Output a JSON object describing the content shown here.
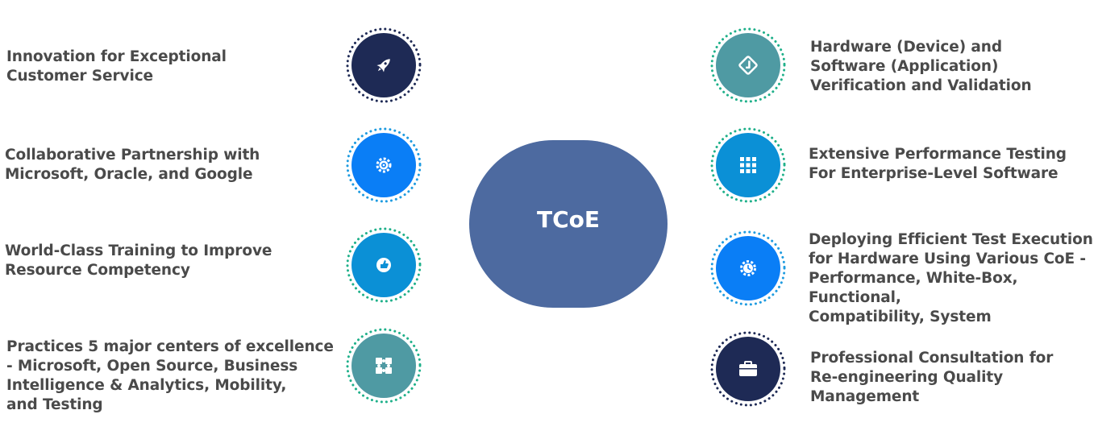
{
  "center": {
    "label": "TCoE",
    "color": "#4d6aa0"
  },
  "left_items": [
    {
      "text": "Innovation for Exceptional\nCustomer Service",
      "icon": "rocket-icon",
      "color": "#1e2a55",
      "dot": "#1e2a55"
    },
    {
      "text": "Collaborative Partnership with\nMicrosoft, Oracle, and Google",
      "icon": "gear-icon",
      "color": "#0a7ef6",
      "dot": "#1e9be0"
    },
    {
      "text": "World-Class Training to Improve\nResource Competency",
      "icon": "thumbs-up-icon",
      "color": "#0b90d6",
      "dot": "#1fb08a"
    },
    {
      "text": "Practices 5 major centers of excellence\n- Microsoft, Open Source, Business\nIntelligence & Analytics, Mobility,\nand Testing",
      "icon": "puzzle-icon",
      "color": "#4f9aa3",
      "dot": "#1fb08a"
    }
  ],
  "right_items": [
    {
      "text": "Hardware (Device) and\nSoftware (Application)\nVerification and Validation",
      "icon": "checklist-icon",
      "color": "#4f9aa3",
      "dot": "#1fb08a"
    },
    {
      "text": "Extensive Performance Testing\nFor Enterprise-Level Software",
      "icon": "grid-icon",
      "color": "#0b90d6",
      "dot": "#1fb08a"
    },
    {
      "text": "Deploying Efficient Test Execution\nfor Hardware Using Various CoE -\nPerformance, White-Box, Functional,\nCompatibility, System",
      "icon": "gear-clock-icon",
      "color": "#0a7ef6",
      "dot": "#1e9be0"
    },
    {
      "text": "Professional Consultation for\nRe-engineering Quality Management",
      "icon": "briefcase-icon",
      "color": "#1e2a55",
      "dot": "#1e2a55"
    }
  ]
}
